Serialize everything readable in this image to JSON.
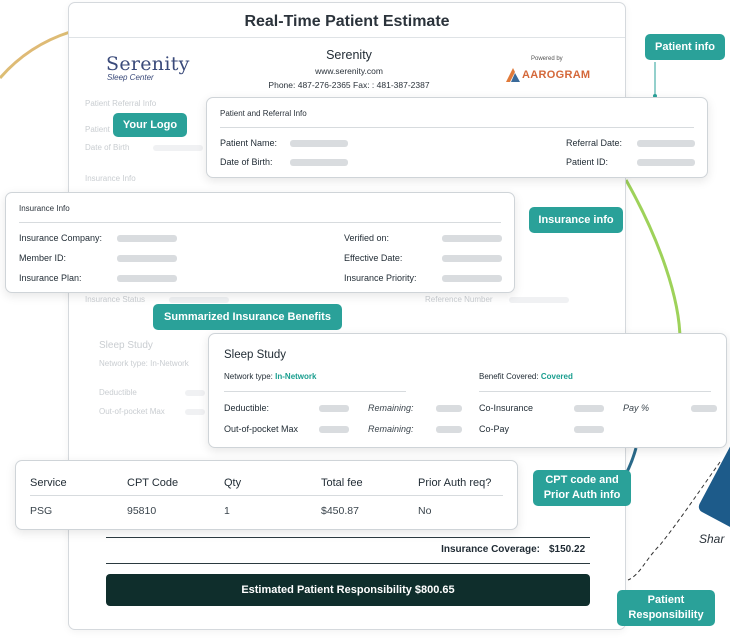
{
  "sheet": {
    "title": "Real-Time Patient Estimate",
    "logo": {
      "name": "Serenity",
      "subtitle": "Sleep Center"
    },
    "clinic": {
      "name": "Serenity",
      "website": "www.serenity.com",
      "contact": "Phone: 487-276-2365    Fax: : 481-387-2387"
    },
    "powered_by": {
      "label": "Powered by",
      "brand": "AAROGRAM"
    },
    "background_labels": [
      "Patient Referral Info",
      "Patient",
      "Date of Birth",
      "Insurance Info",
      "Insurance Status",
      "Reference Number",
      "Sleep Study",
      "Network type: In-Network",
      "Deductible",
      "Out-of-pocket Max"
    ]
  },
  "patient_card": {
    "heading": "Patient and Referral Info",
    "patient_name_label": "Patient Name:",
    "dob_label": "Date of Birth:",
    "referral_date_label": "Referral Date:",
    "patient_id_label": "Patient ID:"
  },
  "insurance_card": {
    "heading": "Insurance Info",
    "company_label": "Insurance Company:",
    "member_id_label": "Member ID:",
    "plan_label": "Insurance Plan:",
    "verified_label": "Verified on:",
    "effective_label": "Effective Date:",
    "priority_label": "Insurance Priority:"
  },
  "sleep_card": {
    "title": "Sleep Study",
    "network_label": "Network type:",
    "network_value": "In-Network",
    "benefit_label": "Benefit Covered:",
    "benefit_value": "Covered",
    "deductible_label": "Deductible:",
    "oop_label": "Out-of-pocket Max",
    "remaining_label": "Remaining:",
    "coinsurance_label": "Co-Insurance",
    "copay_label": "Co-Pay",
    "pay_pct_label": "Pay %"
  },
  "service_table": {
    "columns": [
      "Service",
      "CPT Code",
      "Qty",
      "Total fee",
      "Prior Auth req?"
    ],
    "rows": [
      [
        "PSG",
        "95810",
        "1",
        "$450.87",
        "No"
      ]
    ]
  },
  "totals": {
    "coverage_label": "Insurance Coverage:",
    "coverage_value": "$150.22",
    "responsibility": "Estimated Patient Responsibility $800.65"
  },
  "callouts": {
    "patient_info": "Patient info",
    "your_logo": "Your Logo",
    "insurance_info": "Insurance info",
    "summarized_benefits": "Summarized Insurance Benefits",
    "cpt_line1": "CPT code and",
    "cpt_line2": "Prior Auth info",
    "resp_line1": "Patient",
    "resp_line2": "Responsibility"
  },
  "share_text": "Shar",
  "colors": {
    "teal": "#2aa199",
    "dark_bar": "#0f2e2c",
    "accent_text": "#1a9e8f"
  }
}
